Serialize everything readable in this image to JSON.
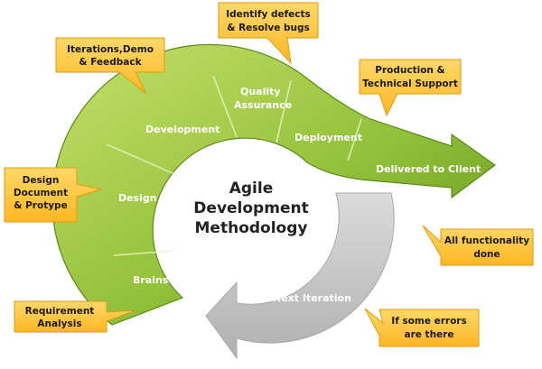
{
  "center": {
    "line1": "Agile",
    "line2": "Development",
    "line3": "Methodology"
  },
  "stages": {
    "brainstorm": "Brainstorm",
    "design": "Design",
    "development": "Development",
    "quality_line1": "Quality",
    "quality_line2": "Assurance",
    "deployment": "Deployment",
    "delivered": "Delivered to Client"
  },
  "next_iteration": "Next Iteration",
  "callouts": {
    "requirement": {
      "line1": "Requirement",
      "line2": "Analysis"
    },
    "design_doc": {
      "line1": "Design",
      "line2": "Document",
      "line3": "& Protype"
    },
    "iterations": {
      "line1": "Iterations,Demo",
      "line2": "& Feedback"
    },
    "defects": {
      "line1": "Identify defects",
      "line2": "& Resolve bugs"
    },
    "production": {
      "line1": "Production &",
      "line2": "Technical Support"
    },
    "functionality": {
      "line1": "All functionality",
      "line2": "done"
    },
    "errors": {
      "line1": "If some errors",
      "line2": "are there"
    }
  },
  "colors": {
    "green_light": "#b6d95a",
    "green_dark": "#6a9c1f",
    "gray_arrow": "#c9c9c9",
    "callout_fill": "#ffc63a",
    "callout_stroke": "#e09a10"
  }
}
